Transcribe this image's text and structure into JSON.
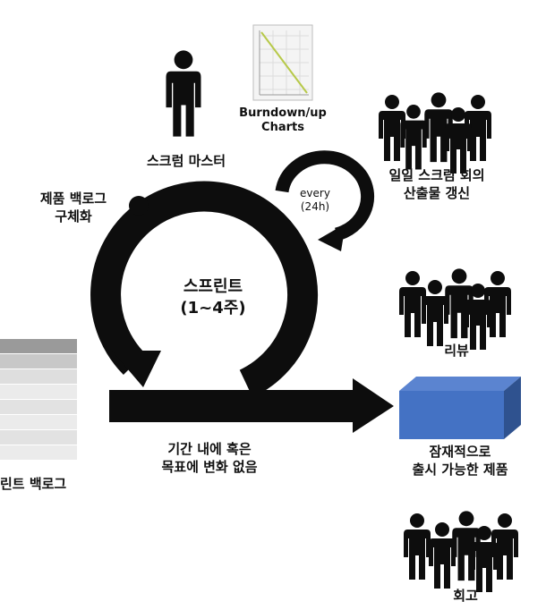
{
  "labels": {
    "scrum_master": "스크럼 마스터",
    "burndown_line1": "Burndown/up",
    "burndown_line2": "Charts",
    "daily_line1": "일일 스크럼 회의",
    "daily_line2": "산출물 갱신",
    "backlog_refine_line1": "제품 백로그",
    "backlog_refine_line2": "구체화",
    "every_line1": "every",
    "every_line2": "(24h)",
    "sprint_line1": "스프린트",
    "sprint_line2": "(1~4주)",
    "review": "리뷰",
    "increment_line1": "잠재적으로",
    "increment_line2": "출시 가능한 제품",
    "no_change_line1": "기간 내에 혹은",
    "no_change_line2": "목표에 변화 없음",
    "sprint_backlog": "린트 백로그",
    "retrospective": "회고"
  },
  "colors": {
    "cycle": "#0d0d0d",
    "people": "#0d0d0d",
    "product_box_front": "#4472c4",
    "product_box_top": "#5b84d0",
    "product_box_side": "#2f528f",
    "burndown_line": "#b7c94a",
    "backlog_rows": [
      "#9a9a9a",
      "#c8c8c8",
      "#dedede",
      "#ebebeb",
      "#e2e2e2",
      "#ebebeb",
      "#e2e2e2",
      "#ebebeb"
    ]
  }
}
